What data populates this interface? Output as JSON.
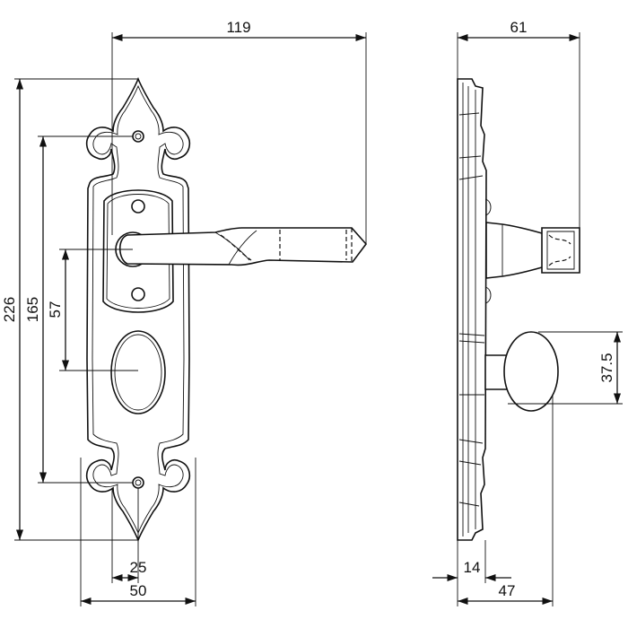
{
  "drawing": {
    "front_view": {
      "dimensions": {
        "lever_projection": "119",
        "total_height": "226",
        "screw_spacing": "165",
        "center_distance": "57",
        "hole_spacing": "25",
        "plate_width": "50"
      }
    },
    "side_view": {
      "dimensions": {
        "lever_depth": "61",
        "knob_size": "37.5",
        "plate_thickness": "14",
        "knob_depth": "47"
      }
    }
  }
}
